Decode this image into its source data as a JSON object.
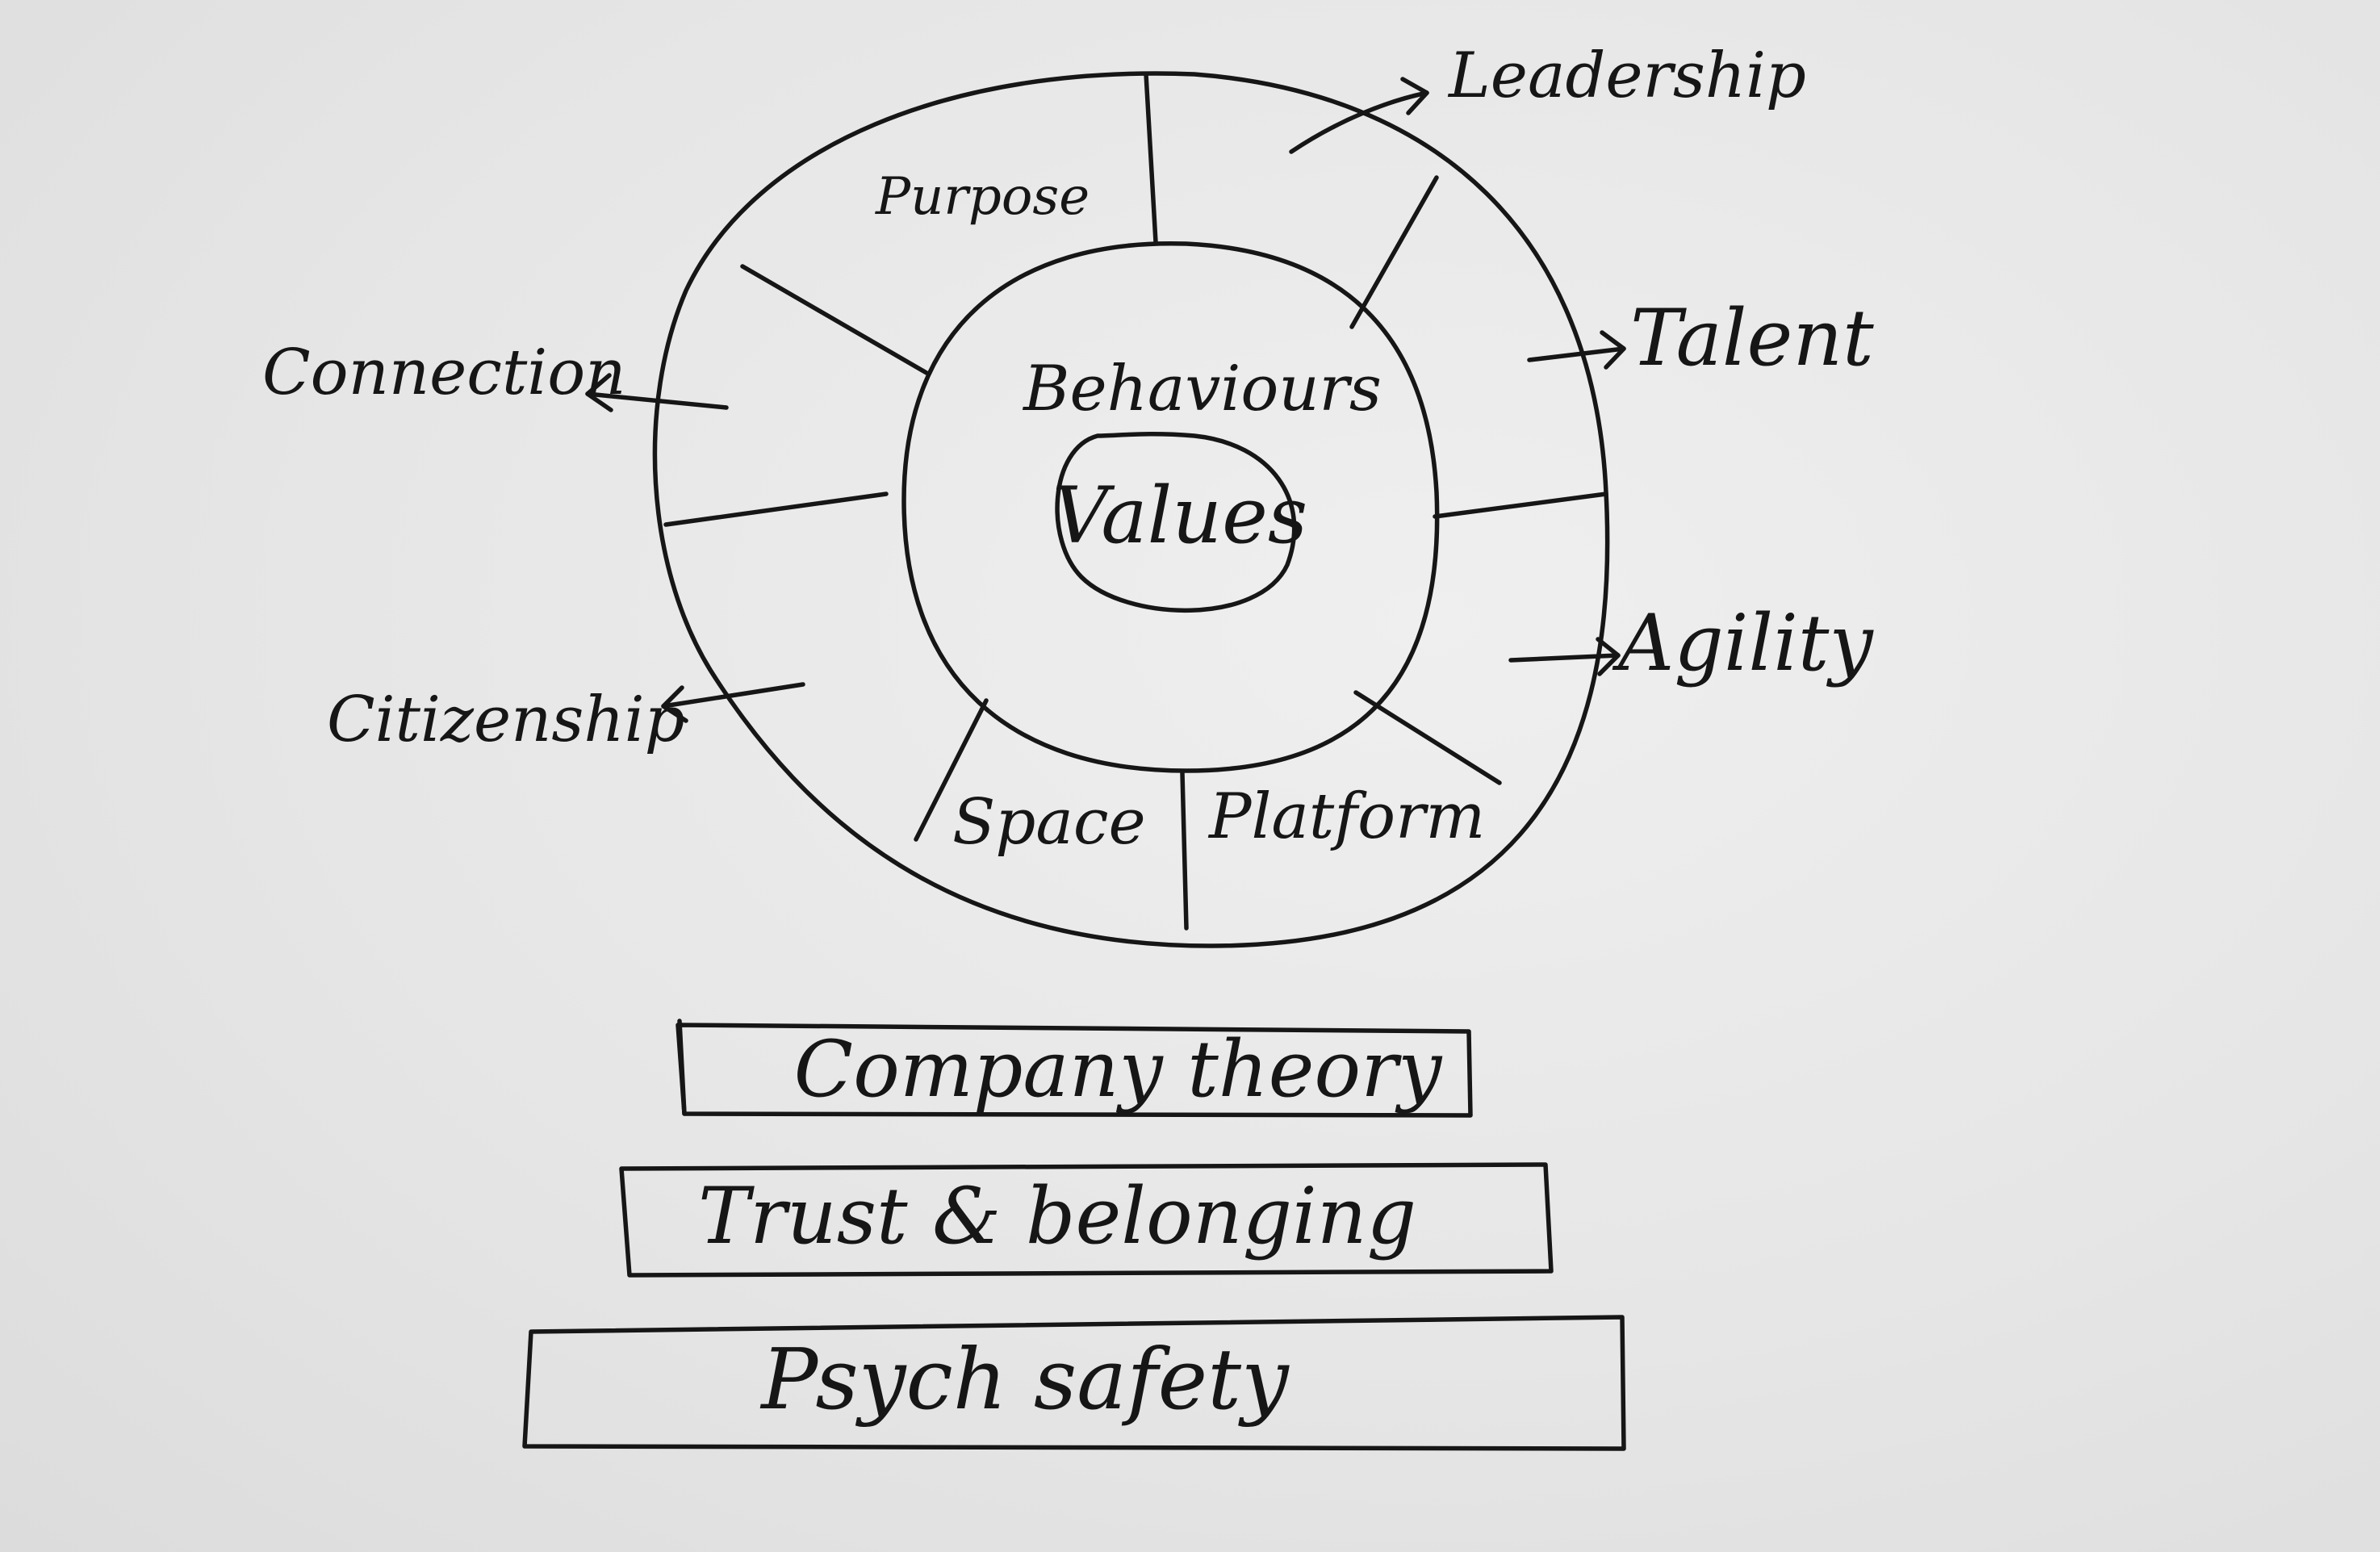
{
  "core": {
    "center": "Values",
    "middle_ring": "Behaviours"
  },
  "outer_ring": {
    "segments": [
      "Purpose",
      "Space",
      "Platform"
    ]
  },
  "outer_labels": {
    "leadership": "Leadership",
    "talent": "Talent",
    "agility": "Agility",
    "connection": "Connection",
    "citizenship": "Citizenship"
  },
  "foundation": {
    "layers": [
      "Company theory",
      "Trust & belonging",
      "Psych safety"
    ]
  }
}
